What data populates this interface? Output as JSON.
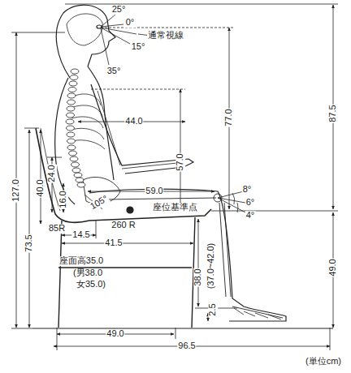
{
  "diagram": {
    "labels": [
      "25°",
      "0°",
      "通常視線",
      "15°",
      "35°",
      "87.5",
      "127.0",
      "44.0",
      "77.0",
      "57.0",
      "40.0",
      "24.0",
      "16.0",
      "73.5",
      "105°",
      "59.0",
      "座位基準点",
      "8°",
      "6°",
      "4°",
      "85R",
      "14.5",
      "260 R",
      "41.5",
      "座面高35.0",
      "(男38.0",
      "女35.0)",
      "38.0",
      "(37.0~42.0)",
      "2.5",
      "49.0",
      "49.0",
      "96.5",
      "(単位cm)"
    ]
  }
}
